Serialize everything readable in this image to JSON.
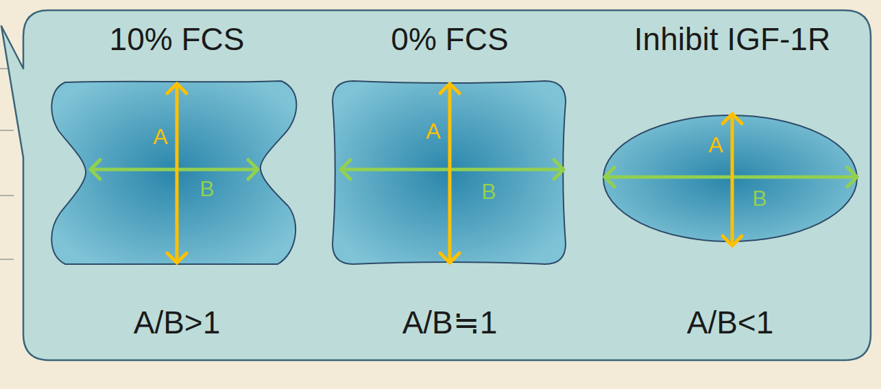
{
  "diagram": {
    "nodes": [
      {
        "text": [
          "10% FCS",
          "A",
          "B",
          "A/B>1"
        ]
      },
      {
        "text": [
          "0% FCS",
          "A",
          "B",
          "A/B≒1"
        ]
      },
      {
        "text": [
          "Inhibit IGF-1R",
          "A",
          "B",
          "A/B<1"
        ]
      }
    ]
  }
}
